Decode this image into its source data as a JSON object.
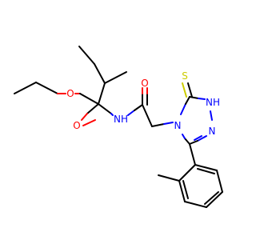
{
  "molecule": {
    "colors": {
      "bond": "#000000",
      "oxygen": "#ff0000",
      "nitrogen": "#0000ff",
      "sulfur": "#cccc00"
    },
    "labels": {
      "ester_o": "O",
      "carbonyl_o": "O",
      "amide_o": "O",
      "amide_nh": "NH",
      "thione_s": "S",
      "ring_nh": "NH",
      "ring_n4": "N",
      "ring_n2": "N"
    }
  }
}
